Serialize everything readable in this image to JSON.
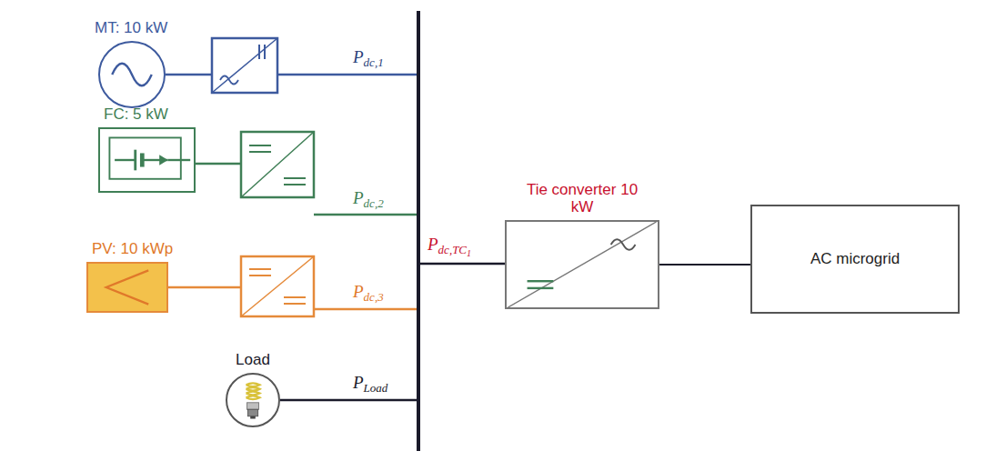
{
  "diagram": {
    "nodes": [
      {
        "text": [
          "MT: 10 kW"
        ]
      },
      {
        "text": [
          "FC: 5 kW"
        ]
      },
      {
        "text": [
          "PV: 10 kWp"
        ]
      },
      {
        "text": [
          "Load"
        ]
      },
      {
        "text": [
          "Tie converter 10 kW"
        ]
      },
      {
        "text": [
          "AC microgrid"
        ]
      }
    ],
    "edges": [
      {
        "from": 4,
        "to": 5,
        "arrow": "none"
      }
    ],
    "labels": [
      "P",
      "dc,1",
      "P",
      "dc,2",
      "P",
      "dc,3",
      "P",
      "dc,TC",
      "1",
      "P",
      "Load"
    ]
  }
}
